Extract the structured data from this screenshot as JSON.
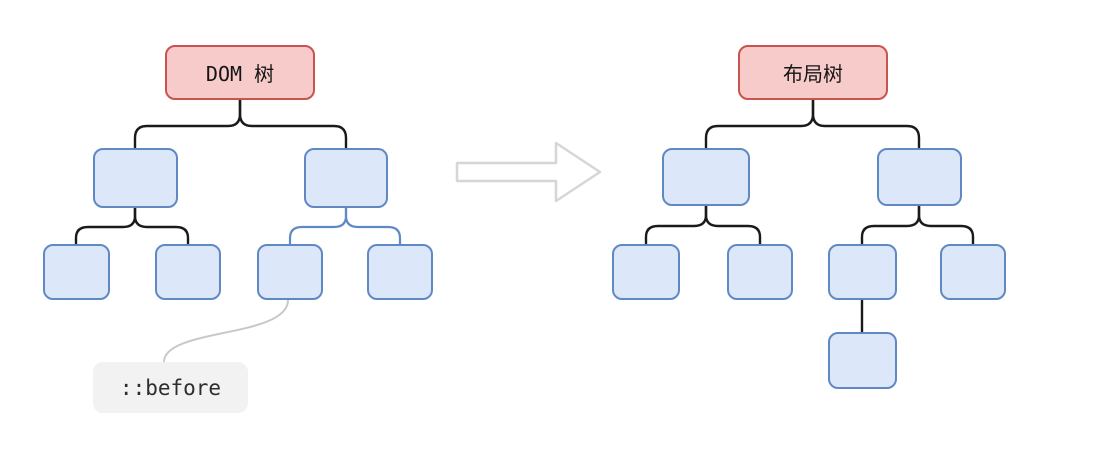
{
  "left_tree": {
    "name": "DOM tree",
    "root_label": "DOM 树",
    "structure": "root with 2 children; each child has 2 leaf nodes (7 boxes total)",
    "pseudo_element_label": "::before",
    "pseudo_element_note": "gray curved line links the third leaf box to the ::before chip",
    "blue_connectors": "links from second top-level child to its two leaves are blue"
  },
  "right_tree": {
    "name": "Layout tree",
    "root_label": "布局树",
    "structure": "root with 2 children; each child has 2 leaf nodes; third leaf has one extra child box below (8 boxes total)"
  },
  "arrow": {
    "icon": "transform-arrow-icon",
    "direction": "right"
  },
  "colors": {
    "background": "#ffffff",
    "root_fill": "#f7cbca",
    "root_border": "#c9544f",
    "node_fill": "#dce8fa",
    "node_border": "#6089c4",
    "connector_black": "#1a1a1a",
    "connector_blue": "#6089c4",
    "connector_gray": "#c9c9c9",
    "chip_fill": "#f2f2f3",
    "arrow_outline": "#d6d6d6"
  }
}
